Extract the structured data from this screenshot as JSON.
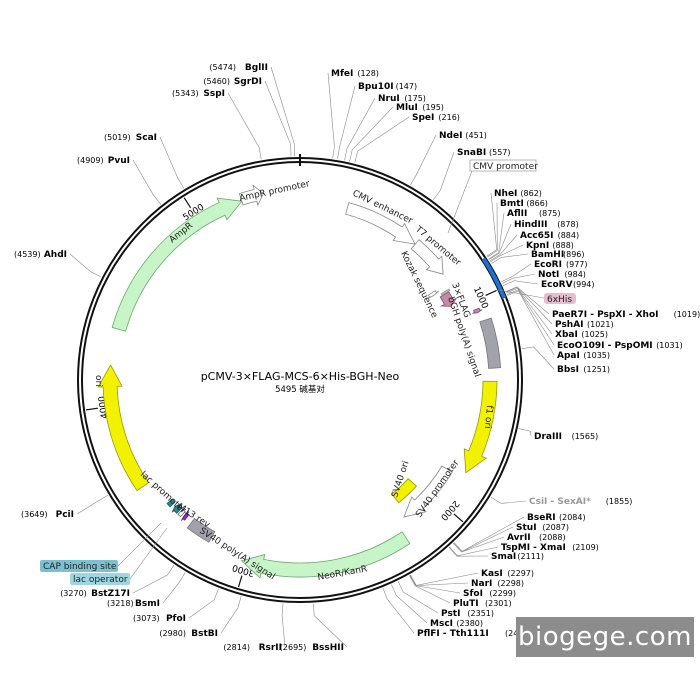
{
  "plasmid": {
    "name": "pCMV-3×FLAG-MCS-6×His-BGH-Neo",
    "size_text": "5495 碱基对",
    "length": 5495,
    "ticks": [
      {
        "pos": 1000,
        "label": "1000"
      },
      {
        "pos": 2000,
        "label": "2000"
      },
      {
        "pos": 3000,
        "label": "3000"
      },
      {
        "pos": 4000,
        "label": "4000"
      },
      {
        "pos": 5000,
        "label": "5000"
      }
    ]
  },
  "colors": {
    "backbone": "#111111",
    "ampr": "#c8f5c8",
    "ori": "#f2f200",
    "polyA": "#a0a4aa",
    "promoter_outline": "#888888",
    "kozak": "#bbbbbb",
    "flag": "#c68aa6",
    "his_tag_bg": "#e6bccf",
    "cap_bg": "#7fc0d0",
    "lac_op_bg": "#9fd6e4",
    "mcs_blue": "#1e6fd6",
    "lac_promoter": "#2a8a8a",
    "m13": "#8a2ab8"
  },
  "features": [
    {
      "id": "cmv-enhancer",
      "label": "CMV enhancer",
      "start": 235,
      "end": 614,
      "type": "arrow-outline"
    },
    {
      "id": "cmv-promoter",
      "label": "CMV promoter",
      "start": 615,
      "end": 817,
      "type": "arrow-outline"
    },
    {
      "id": "t7-promoter",
      "label": "T7 promoter",
      "start": 863,
      "end": 881,
      "type": "arrow-small"
    },
    {
      "id": "flag",
      "label": "3×FLAG",
      "start": 906,
      "end": 977,
      "type": "arrow-color"
    },
    {
      "id": "his",
      "label": "6xHis",
      "start": 1040,
      "end": 1057,
      "type": "arrow-color"
    },
    {
      "id": "bgh-polya",
      "label": "bGH poly(A) signal",
      "start": 1100,
      "end": 1320,
      "type": "box"
    },
    {
      "id": "f1-ori",
      "label": "f1 ori",
      "start": 1380,
      "end": 1820,
      "type": "arrow-color"
    },
    {
      "id": "sv40-promoter",
      "label": "SV40 promoter",
      "start": 1850,
      "end": 2180,
      "type": "arrow-outline"
    },
    {
      "id": "sv40-ori",
      "label": "SV40 ori",
      "start": 2020,
      "end": 2155,
      "type": "box-inner"
    },
    {
      "id": "neo-kanr",
      "label": "NeoR/KanR",
      "start": 2230,
      "end": 3021,
      "type": "arrow-color"
    },
    {
      "id": "sv40-polya",
      "label": "SV40 poly(A) signal",
      "start": 3195,
      "end": 3317,
      "type": "box"
    },
    {
      "id": "m13-rev",
      "label": "M13 rev",
      "start": 3350,
      "end": 3366,
      "type": "arrow-small"
    },
    {
      "id": "lac-operator",
      "label": "lac operator",
      "start": 3376,
      "end": 3392,
      "type": "box-small"
    },
    {
      "id": "lac-promoter",
      "label": "lac promoter",
      "start": 3400,
      "end": 3430,
      "type": "arrow-small"
    },
    {
      "id": "cap-site",
      "label": "CAP binding site",
      "start": 3445,
      "end": 3466,
      "type": "box-small"
    },
    {
      "id": "ori",
      "label": "ori",
      "start": 3600,
      "end": 4190,
      "type": "arrow-color"
    },
    {
      "id": "ampr",
      "label": "AmpR",
      "start": 4360,
      "end": 5220,
      "type": "arrow-color"
    },
    {
      "id": "ampr-promoter",
      "label": "AmpR promoter",
      "start": 5220,
      "end": 5325,
      "type": "arrow-outline"
    },
    {
      "id": "kozak",
      "label": "Kozak sequence",
      "start": 894,
      "end": 903,
      "type": "mark"
    }
  ],
  "callouts": [
    {
      "text": "CMV promoter"
    },
    {
      "text": "6xHis"
    },
    {
      "text": "CAP binding site"
    },
    {
      "text": "lac operator"
    }
  ],
  "sites": [
    {
      "name": "BglII",
      "pos": "(5474)"
    },
    {
      "name": "SgrDI",
      "pos": "(5460)"
    },
    {
      "name": "SspI",
      "pos": "(5343)"
    },
    {
      "name": "ScaI",
      "pos": "(5019)"
    },
    {
      "name": "PvuI",
      "pos": "(4909)"
    },
    {
      "name": "AhdI",
      "pos": "(4539)"
    },
    {
      "name": "PciI",
      "pos": "(3649)"
    },
    {
      "name": "BstZ17I",
      "pos": "(3270)"
    },
    {
      "name": "BsmI",
      "pos": "(3218)"
    },
    {
      "name": "PfoI",
      "pos": "(3073)"
    },
    {
      "name": "BstBI",
      "pos": "(2980)"
    },
    {
      "name": "RsrII",
      "pos": "(2814)"
    },
    {
      "name": "BssHII",
      "pos": "(2695)"
    },
    {
      "name": "MfeI",
      "pos": "(128)"
    },
    {
      "name": "Bpu10I",
      "pos": "(147)"
    },
    {
      "name": "NruI",
      "pos": "(175)"
    },
    {
      "name": "MluI",
      "pos": "(195)"
    },
    {
      "name": "SpeI",
      "pos": "(216)"
    },
    {
      "name": "NdeI",
      "pos": "(451)"
    },
    {
      "name": "SnaBI",
      "pos": "(557)"
    },
    {
      "name": "NheI",
      "pos": "(862)"
    },
    {
      "name": "BmtI",
      "pos": "(866)"
    },
    {
      "name": "AflII",
      "pos": "(875)"
    },
    {
      "name": "HindIII",
      "pos": "(878)"
    },
    {
      "name": "Acc65I",
      "pos": "(884)"
    },
    {
      "name": "KpnI",
      "pos": "(888)"
    },
    {
      "name": "BamHI",
      "pos": "(896)"
    },
    {
      "name": "EcoRI",
      "pos": "(977)"
    },
    {
      "name": "NotI",
      "pos": "(984)"
    },
    {
      "name": "EcoRV",
      "pos": "(994)"
    },
    {
      "name": "PaeR7I - PspXI - XhoI",
      "pos": "(1019)"
    },
    {
      "name": "PshAI",
      "pos": "(1021)"
    },
    {
      "name": "XbaI",
      "pos": "(1025)"
    },
    {
      "name": "EcoO109I - PspOMI",
      "pos": "(1031)"
    },
    {
      "name": "ApaI",
      "pos": "(1035)"
    },
    {
      "name": "BbsI",
      "pos": "(1251)"
    },
    {
      "name": "DraIII",
      "pos": "(1565)"
    },
    {
      "name": "CsiI - SexAI*",
      "pos": "(1855)"
    },
    {
      "name": "BseRI",
      "pos": "(2084)"
    },
    {
      "name": "StuI",
      "pos": "(2087)"
    },
    {
      "name": "AvrII",
      "pos": "(2088)"
    },
    {
      "name": "TspMI - XmaI",
      "pos": "(2109)"
    },
    {
      "name": "SmaI",
      "pos": "(2111)"
    },
    {
      "name": "KasI",
      "pos": "(2297)"
    },
    {
      "name": "NarI",
      "pos": "(2298)"
    },
    {
      "name": "SfoI",
      "pos": "(2299)"
    },
    {
      "name": "PluTI",
      "pos": "(2301)"
    },
    {
      "name": "PstI",
      "pos": "(2351)"
    },
    {
      "name": "MscI",
      "pos": "(2380)"
    },
    {
      "name": "PflFI - Tth111I",
      "pos": "(2416)"
    }
  ],
  "watermark": "biogege.com"
}
